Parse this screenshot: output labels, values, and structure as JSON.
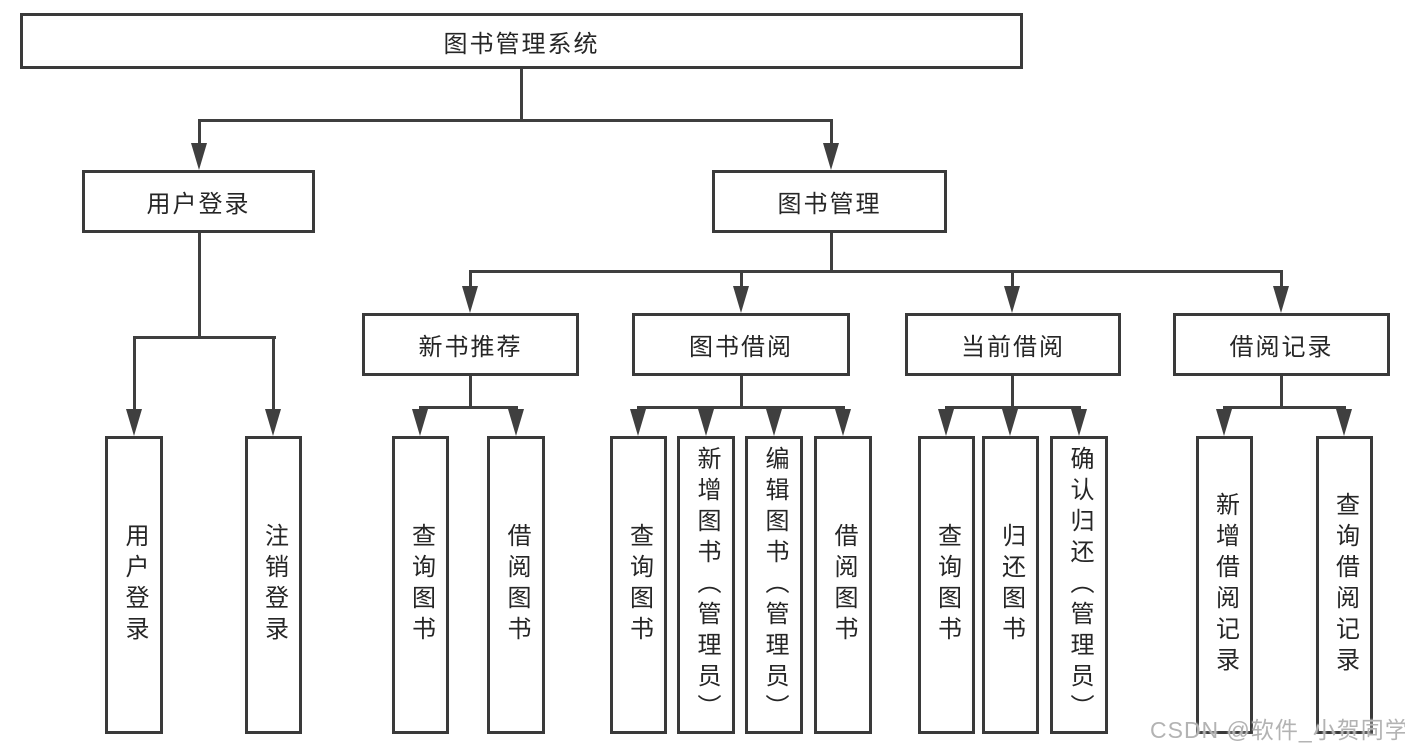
{
  "diagram": {
    "title": "图书管理系统",
    "level2": {
      "user_login": {
        "label": "用户登录",
        "children": [
          "用户登录",
          "注销登录"
        ]
      },
      "book_mgmt": {
        "label": "图书管理",
        "sections": {
          "new_book_rec": {
            "label": "新书推荐",
            "children": [
              "查询图书",
              "借阅图书"
            ]
          },
          "book_borrow": {
            "label": "图书借阅",
            "children": [
              "查询图书",
              "新增图书（管理员）",
              "编辑图书（管理员）",
              "借阅图书"
            ]
          },
          "current_borrow": {
            "label": "当前借阅",
            "children": [
              "查询图书",
              "归还图书",
              "确认归还（管理员）"
            ]
          },
          "borrow_records": {
            "label": "借阅记录",
            "children": [
              "新增借阅记录",
              "查询借阅记录"
            ]
          }
        }
      }
    }
  },
  "watermark": {
    "text": "CSDN @软件_小贺同学"
  },
  "colors": {
    "line": "#3f3f3f",
    "box_border": "#3a3a3a",
    "text": "#262626",
    "watermark": "#b3b3b3",
    "background": "#ffffff"
  }
}
